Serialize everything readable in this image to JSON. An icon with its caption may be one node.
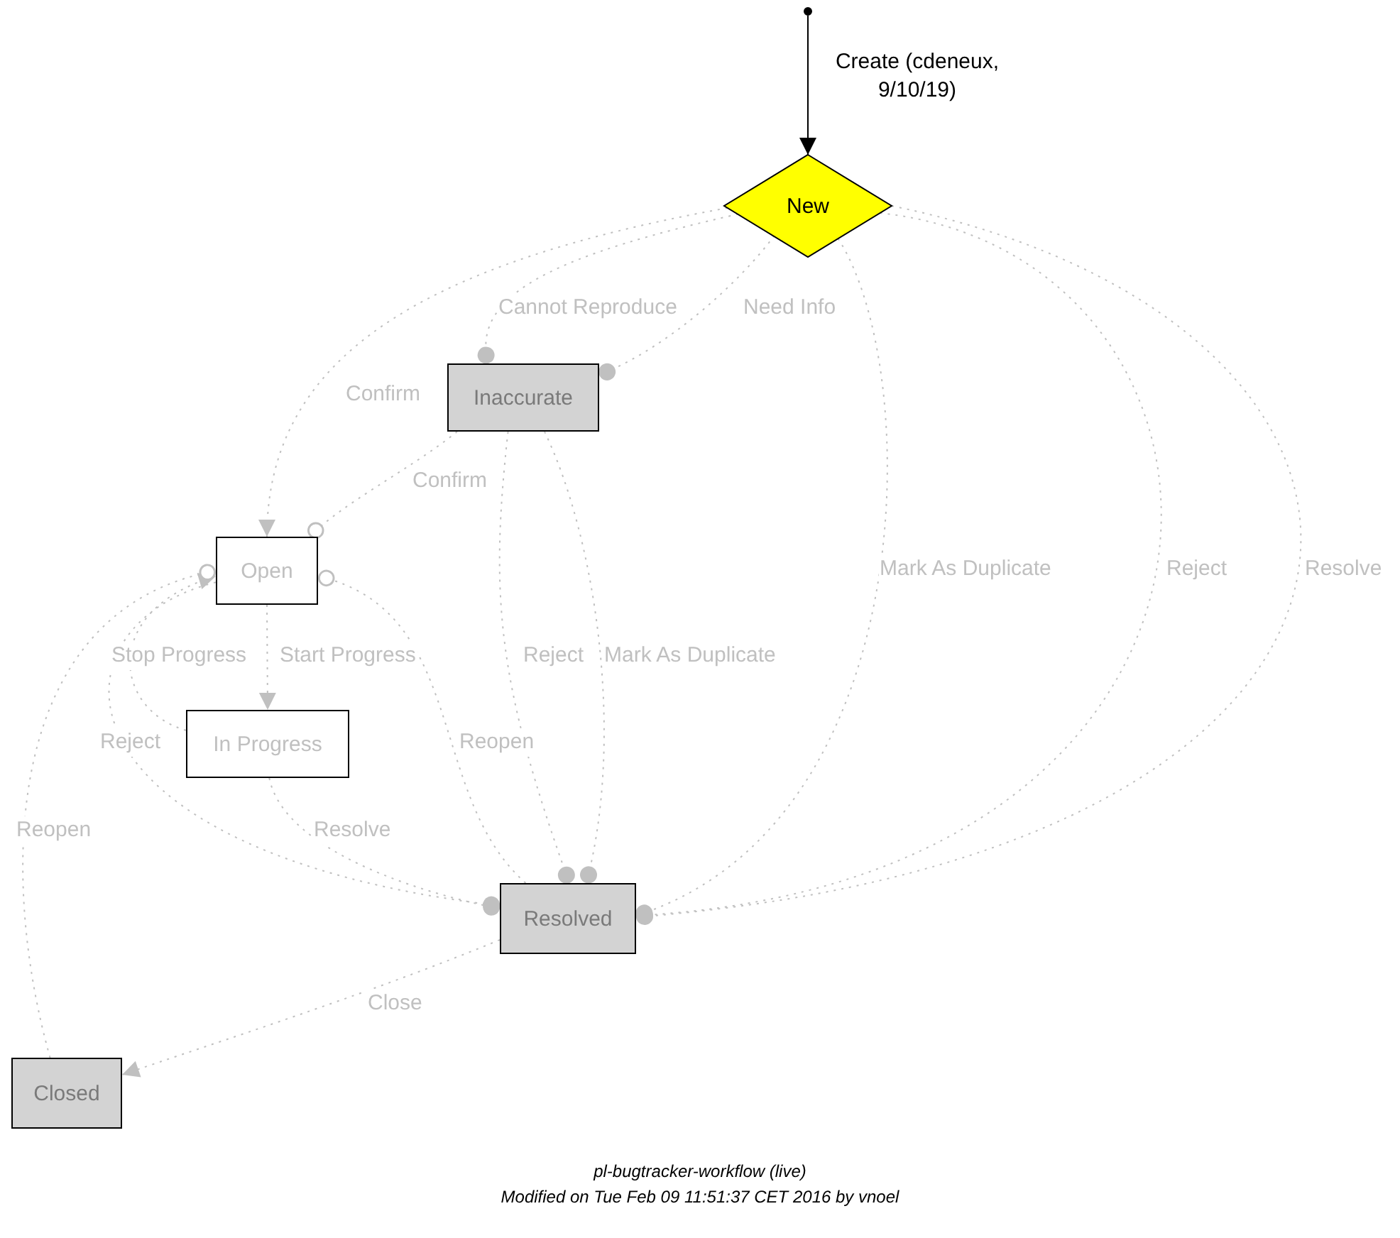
{
  "diagram": {
    "nodes": [
      {
        "text": [],
        "shape": "circle"
      },
      {
        "text": [
          "New"
        ]
      },
      {
        "text": [
          "Inaccurate"
        ]
      },
      {
        "text": [
          "Open"
        ]
      },
      {
        "text": [
          "In Progress"
        ]
      },
      {
        "text": [
          "Resolved"
        ]
      },
      {
        "text": [
          "Closed"
        ]
      }
    ],
    "edges": [
      {
        "from": 0,
        "to": 1,
        "arrow": "to",
        "label": "Create (cdeneux, 9/10/19)",
        "color": "#000000"
      },
      {
        "from": 1,
        "to": 2,
        "arrow": "other",
        "label": "Cannot Reproduce",
        "style": "dashed"
      },
      {
        "from": 1,
        "to": 2,
        "arrow": "other",
        "label": "Need Info",
        "style": "dashed"
      },
      {
        "from": 1,
        "to": 3,
        "arrow": "to",
        "label": "Confirm",
        "style": "dashed"
      },
      {
        "from": 2,
        "to": 3,
        "arrow": "other",
        "label": "Confirm",
        "style": "dashed"
      },
      {
        "from": 3,
        "to": 4,
        "arrow": "to",
        "label": "Start Progress",
        "style": "dashed"
      },
      {
        "from": 4,
        "to": 3,
        "arrow": "to",
        "label": "Stop Progress",
        "style": "dashed"
      },
      {
        "from": 3,
        "to": 5,
        "arrow": "other",
        "label": "Reject",
        "style": "dashed"
      },
      {
        "from": 4,
        "to": 5,
        "arrow": "other",
        "label": "Resolve",
        "style": "dashed"
      },
      {
        "from": 5,
        "to": 3,
        "arrow": "other",
        "label": "Reopen",
        "style": "dashed"
      },
      {
        "from": 2,
        "to": 5,
        "arrow": "other",
        "label": "Reject",
        "style": "dashed"
      },
      {
        "from": 2,
        "to": 5,
        "arrow": "other",
        "label": "Mark As Duplicate",
        "style": "dashed"
      },
      {
        "from": 1,
        "to": 5,
        "arrow": "other",
        "label": "Mark As Duplicate",
        "style": "dashed"
      },
      {
        "from": 1,
        "to": 5,
        "arrow": "other",
        "label": "Reject",
        "style": "dashed"
      },
      {
        "from": 1,
        "to": 5,
        "arrow": "other",
        "label": "Resolve",
        "style": "dashed"
      },
      {
        "from": 5,
        "to": 6,
        "arrow": "to",
        "label": "Close",
        "style": "dashed"
      },
      {
        "from": 6,
        "to": 3,
        "arrow": "other",
        "label": "Reopen",
        "style": "dashed"
      }
    ],
    "labels": [
      "pl-bugtracker-workflow (live)",
      "Modified on Tue Feb 09 11:51:37 CET 2016 by vnoel"
    ]
  }
}
